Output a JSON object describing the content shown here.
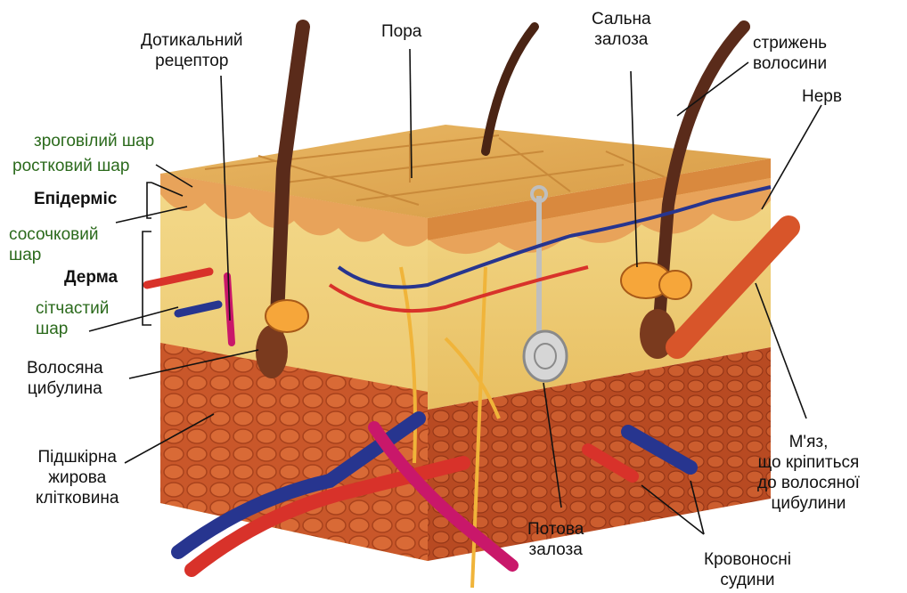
{
  "labels": {
    "touch_receptor": [
      "Дотикальний",
      "рецептор"
    ],
    "pore": "Пора",
    "sebaceous_gland": [
      "Сальна",
      "залоза"
    ],
    "hair_shaft": [
      "стрижень",
      "волосини"
    ],
    "nerve": "Нерв",
    "stratum_corneum": "зроговілий шар",
    "stratum_germinativum": "ростковий шар",
    "epidermis": "Епідерміс",
    "papillary_layer": [
      "сосочковий",
      "шар"
    ],
    "dermis": "Дерма",
    "reticular_layer": [
      "сітчастий",
      "шар"
    ],
    "hair_bulb": [
      "Волосяна",
      "цибулина"
    ],
    "subcutaneous_fat": [
      "Підшкірна",
      "жирова",
      "клітковина"
    ],
    "sweat_gland": [
      "Потова",
      "залоза"
    ],
    "blood_vessels": [
      "Кровоносні",
      "судини"
    ],
    "muscle": [
      "М'яз,",
      "що кріпиться",
      "до волосяної",
      "цибулини"
    ]
  },
  "colors": {
    "label_text": "#111111",
    "layer_label_text": "#2b6a1c",
    "epidermis": "#d9893e",
    "dermis": "#f0d27a",
    "subcutaneous": "#c9572a",
    "artery": "#d8322a",
    "vein": "#27358f",
    "nerve": "#f0b43a",
    "hair": "#5a2b1a"
  },
  "icons": [
    "skin-block-illustration"
  ]
}
